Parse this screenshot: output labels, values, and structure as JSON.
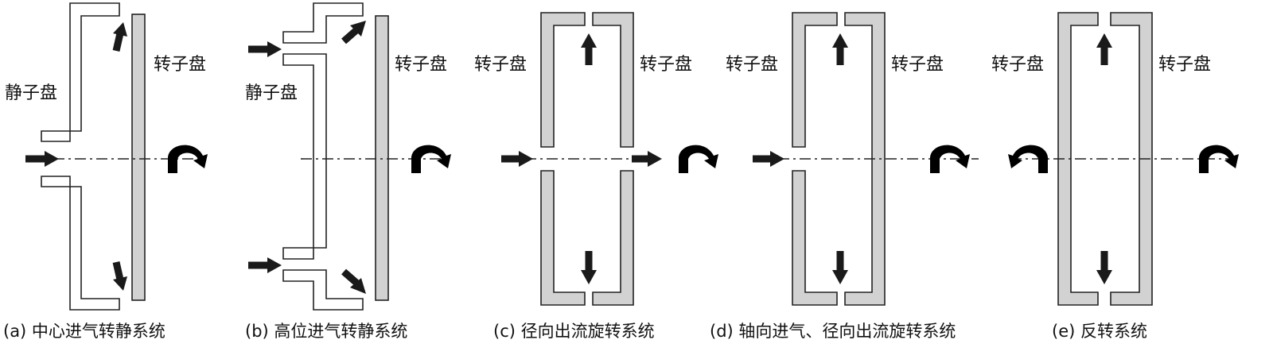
{
  "labels": {
    "rotor_disc": "转子盘",
    "stator_disc": "静子盘"
  },
  "captions": {
    "a": "(a) 中心进气转静系统",
    "b": "(b) 高位进气转静系统",
    "c": "(c) 径向出流旋转系统",
    "d": "(d) 轴向进气、径向出流旋转系统",
    "e": "(e) 反转系统"
  },
  "colors": {
    "rotor_fill": "#d2d2d2",
    "line": "#222222",
    "arrow": "#1a1a1a"
  }
}
